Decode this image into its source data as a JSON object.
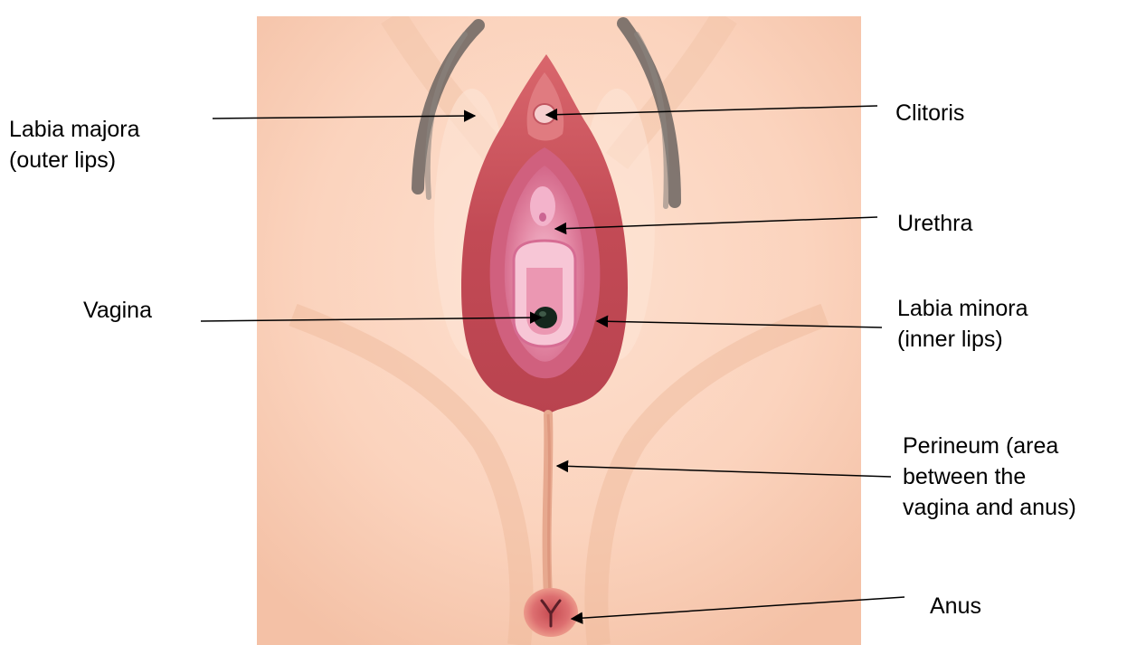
{
  "labels": {
    "labia_majora": [
      "Labia majora",
      "(outer lips)"
    ],
    "vagina": [
      "Vagina"
    ],
    "clitoris": [
      "Clitoris"
    ],
    "urethra": [
      "Urethra"
    ],
    "labia_minora": [
      "Labia minora",
      "(inner lips)"
    ],
    "perineum": [
      "Perineum (area",
      "between the",
      "vagina and anus)"
    ],
    "anus": [
      "Anus"
    ]
  },
  "colors": {
    "skin": "#fbd3bd",
    "skin_shadow": "#eeb79a",
    "hair": "#6b6460",
    "outer_tissue": "#c9525a",
    "inner_tissue": "#e48aa6",
    "inner_light": "#f3b3cb",
    "opening": "#14261c",
    "anus": "#d9676a",
    "leader_line": "#000000",
    "label_text": "#000000"
  }
}
